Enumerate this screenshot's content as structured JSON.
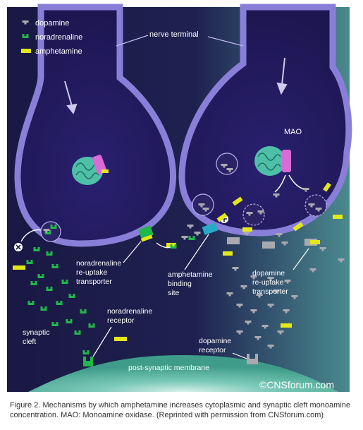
{
  "legend": {
    "dopamine": "dopamine",
    "noradrenaline": "noradrenaline",
    "amphetamine": "amphetamine"
  },
  "labels": {
    "nerve_terminal": "nerve terminal",
    "mao": "MAO",
    "na_transporter_1": "noradrenaline",
    "na_transporter_2": "re-uptake",
    "na_transporter_3": "transporter",
    "amph_site_1": "amphetamine",
    "amph_site_2": "binding",
    "amph_site_3": "site",
    "da_transporter_1": "dopamine",
    "da_transporter_2": "re-uptake",
    "da_transporter_3": "transporter",
    "na_receptor_1": "noradrenaline",
    "na_receptor_2": "receptor",
    "cleft_1": "synaptic",
    "cleft_2": "cleft",
    "da_receptor_1": "dopamine",
    "da_receptor_2": "receptor",
    "membrane": "post-synaptic membrane",
    "watermark": "©CNSforum.com"
  },
  "caption": "Figure 2. Mechanisms by which amphetamine increases cytoplasmic and synaptic cleft monoamine concentration. MAO: Monoamine oxidase. (Reprinted with permission from CNSforum.com)",
  "colors": {
    "background_dark": "#1c1a4a",
    "background_teal": "#3f7f86",
    "terminal_fill": "#2a1f6e",
    "terminal_edge": "#8a7fd8",
    "dopamine": "#a9a9b0",
    "noradrenaline": "#1fb84a",
    "amphetamine": "#e3e81a",
    "mitochondrion": "#4fc0a8",
    "mao": "#d86bd8",
    "membrane": "#4fae9c"
  }
}
